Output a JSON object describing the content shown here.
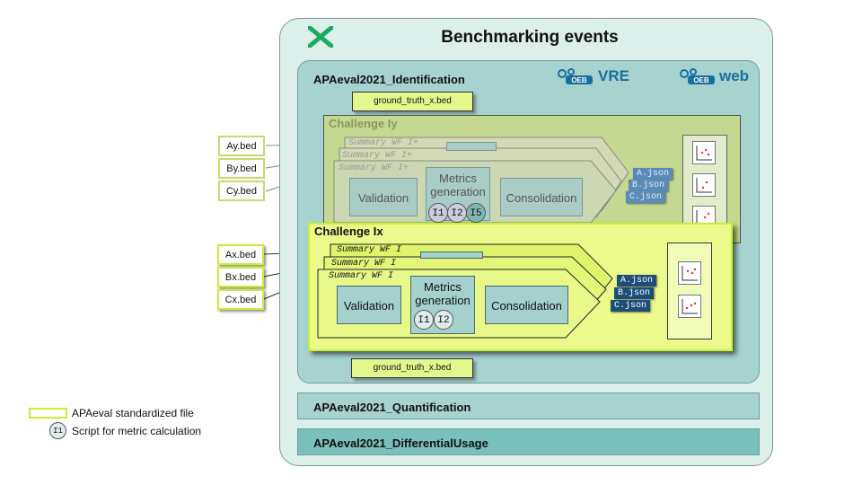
{
  "title": "Benchmarking events",
  "logos": {
    "vre": "VRE",
    "web": "web"
  },
  "identification": {
    "title": "APAeval2021_Identification",
    "ground_truth": "ground_truth_x.bed",
    "challenge_y": {
      "title": "Challenge Iy",
      "inputs": [
        "Ay.bed",
        "By.bed",
        "Cy.bed"
      ],
      "summary_labels": [
        "Summary WF I+",
        "Summary WF I+",
        "Summary WF I+"
      ],
      "steps": {
        "validation": "Validation",
        "metrics_line1": "Metrics",
        "metrics_line2": "generation",
        "consolidation": "Consolidation"
      },
      "scripts": [
        "I1",
        "I2",
        "I5"
      ],
      "outputs": [
        "A.json",
        "B.json",
        "C.json"
      ]
    },
    "challenge_x": {
      "title": "Challenge Ix",
      "inputs": [
        "Ax.bed",
        "Bx.bed",
        "Cx.bed"
      ],
      "summary_labels": [
        "Summary WF I",
        "Summary WF I",
        "Summary WF I"
      ],
      "steps": {
        "validation": "Validation",
        "metrics_line1": "Metrics",
        "metrics_line2": "generation",
        "consolidation": "Consolidation"
      },
      "scripts": [
        "I1",
        "I2"
      ],
      "outputs": [
        "A.json",
        "B.json",
        "C.json"
      ]
    }
  },
  "quantification": "APAeval2021_Quantification",
  "differential_usage": "APAeval2021_DifferentialUsage",
  "legend": {
    "file_label": "APAeval standardized file",
    "script_symbol": "I1",
    "script_label": "Script for metric calculation"
  },
  "colors": {
    "outer_bg": "#dcefea",
    "ident_bg": "#a6d3d0",
    "challenge_y_bg": "#c7d98e",
    "challenge_x_bg": "#ecfa8c",
    "step_box": "#a4d0cd",
    "json_dark": "#1d4e7a",
    "logo_green": "#1aaa62",
    "brand_blue": "#1a6e9e"
  }
}
